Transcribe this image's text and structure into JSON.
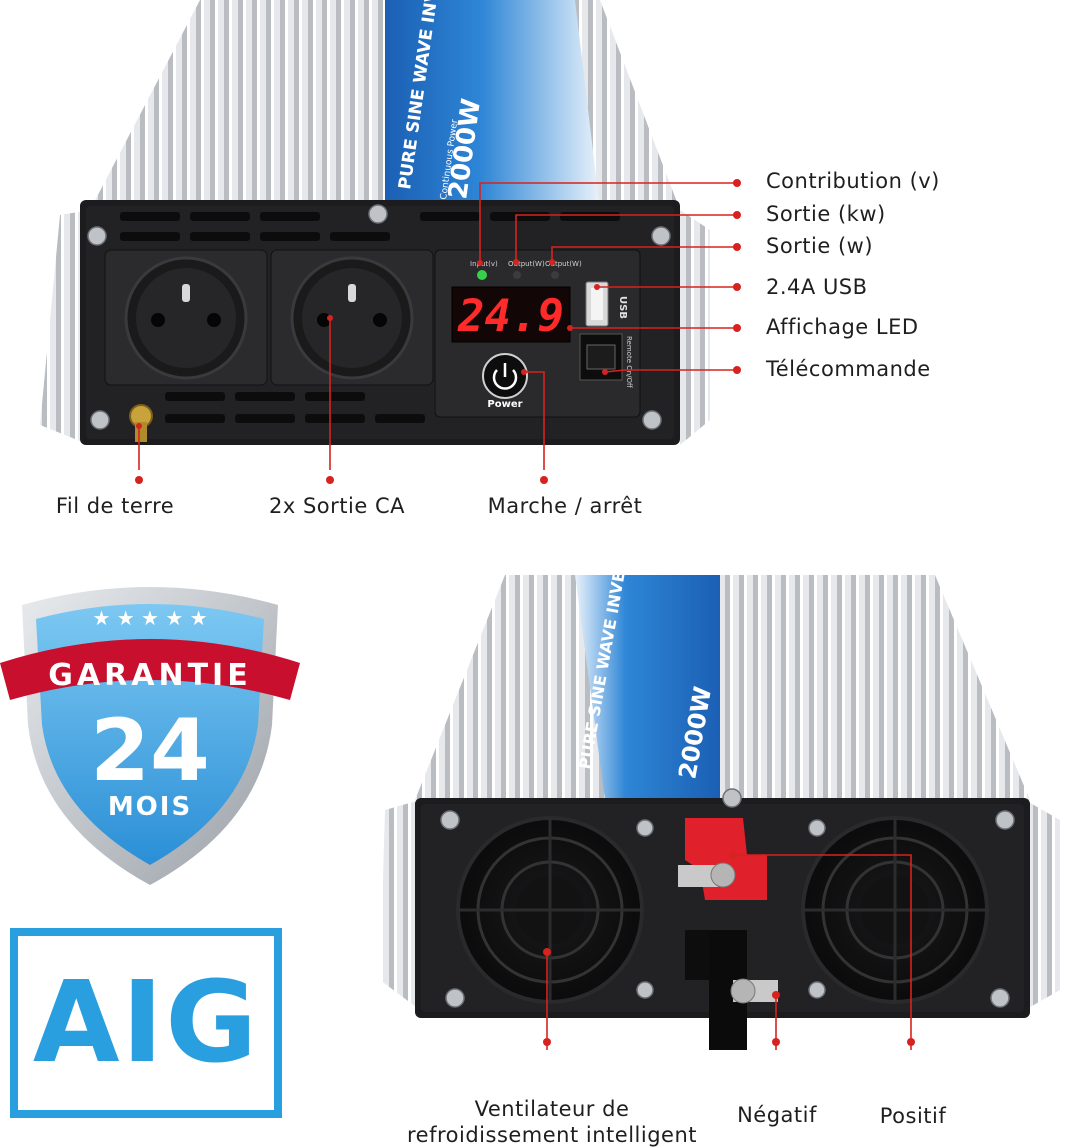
{
  "callouts_right": [
    "Contribution (v)",
    "Sortie (kw)",
    "Sortie (w)",
    "2.4A USB",
    "Affichage LED",
    "Télécommande"
  ],
  "callouts_bottom_front": [
    "Fil de terre",
    "2x Sortie CA",
    "Marche / arrêt"
  ],
  "callouts_bottom_back": {
    "fan": "Ventilateur de refroidissement intelligent",
    "negative": "Négatif",
    "positive": "Positif"
  },
  "panel": {
    "led_value": "24.9",
    "indicator_input": "Input(v)",
    "indicator_output_kw": "Output(W)",
    "indicator_output_w": "Output(W)",
    "usb_label": "USB",
    "remote_label": "Remote On/Off",
    "power_label": "Power"
  },
  "product_label": {
    "headline": "PURE SINE WAVE INVERTER",
    "wattage": "2000W",
    "power_caption": "Continuous Power"
  },
  "warranty": {
    "title": "GARANTIE",
    "number": "24",
    "unit": "MOIS"
  },
  "insurer": "AIG",
  "colors": {
    "callout_red": "#d6231f",
    "led_red": "#ff2a2a",
    "label_blue": "#1f6fc1",
    "aig_blue": "#2a9fe0",
    "badge_red": "#c8102e",
    "terminal_red": "#e0202a"
  }
}
